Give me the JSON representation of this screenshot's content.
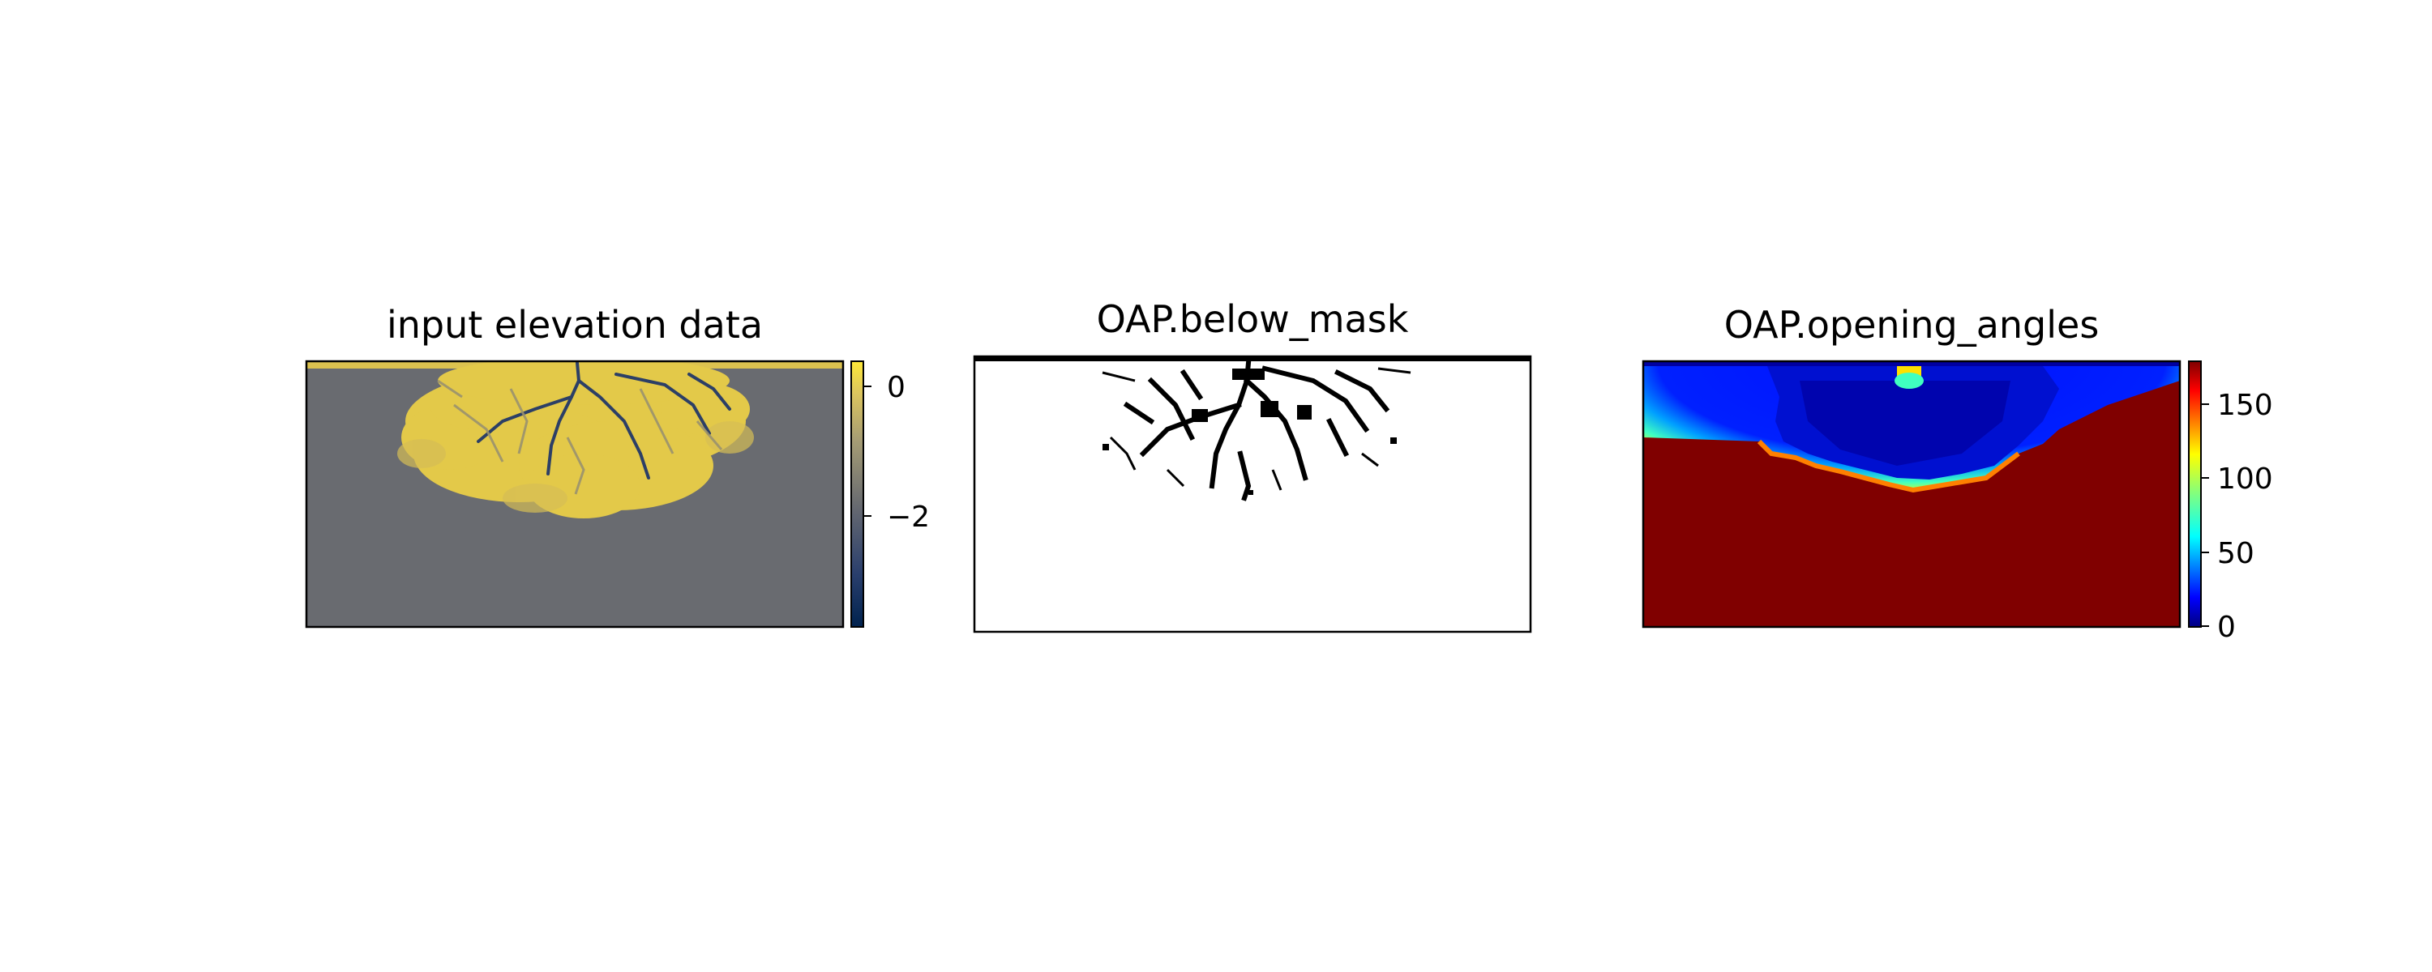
{
  "figure": {
    "panels": [
      {
        "title": "input elevation data",
        "colorbar": {
          "colormap": "cividis",
          "ticks": [
            "0",
            "−2"
          ]
        }
      },
      {
        "title": "OAP.below_mask",
        "colorbar": null
      },
      {
        "title": "OAP.opening_angles",
        "colorbar": {
          "colormap": "jet",
          "ticks": [
            "150",
            "100",
            "50",
            "0"
          ]
        }
      }
    ]
  },
  "chart_data": [
    {
      "type": "heatmap",
      "title": "input elevation data",
      "colormap": "cividis",
      "colorbar_ticks": [
        0,
        -2
      ],
      "value_range": [
        -3.5,
        0.5
      ],
      "description_values": {
        "land_fan_elevation": 0.3,
        "ocean_basin_elevation": -1.5,
        "channel_elevation": -3.5
      }
    },
    {
      "type": "heatmap",
      "title": "OAP.below_mask",
      "colormap": "binary",
      "value_range": [
        0,
        1
      ]
    },
    {
      "type": "heatmap",
      "title": "OAP.opening_angles",
      "colormap": "jet",
      "colorbar_ticks": [
        150,
        100,
        50,
        0
      ],
      "value_range": [
        0,
        180
      ]
    }
  ]
}
